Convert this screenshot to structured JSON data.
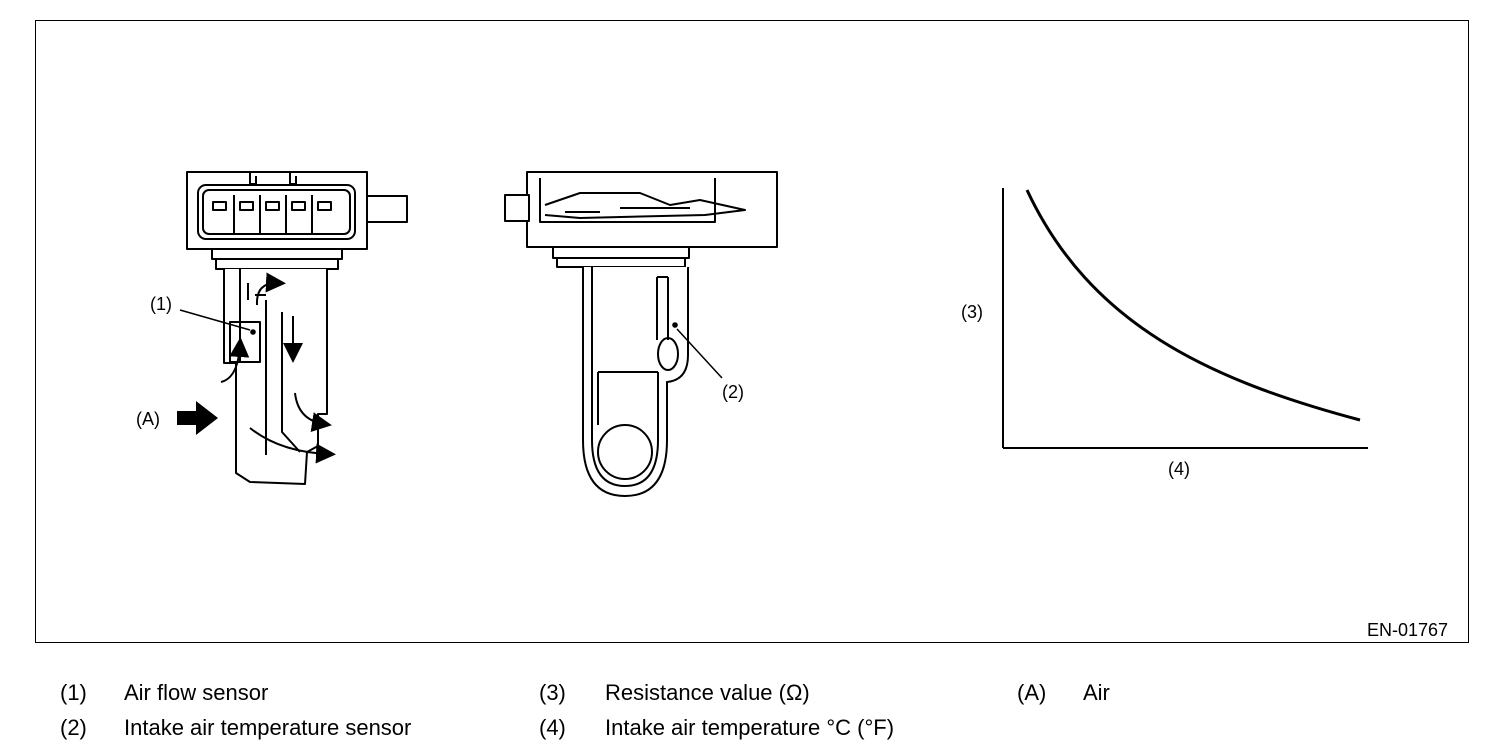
{
  "diagram": {
    "code": "EN-01767",
    "callouts": {
      "c1": "(1)",
      "c2": "(2)",
      "c3": "(3)",
      "c4": "(4)",
      "cA": "(A)"
    }
  },
  "legend": [
    {
      "key": "(1)",
      "text": "Air flow sensor"
    },
    {
      "key": "(2)",
      "text": "Intake air temperature sensor"
    },
    {
      "key": "(3)",
      "text": "Resistance value (Ω)"
    },
    {
      "key": "(4)",
      "text": "Intake air temperature °C (°F)"
    },
    {
      "key": "(A)",
      "text": "Air"
    }
  ]
}
